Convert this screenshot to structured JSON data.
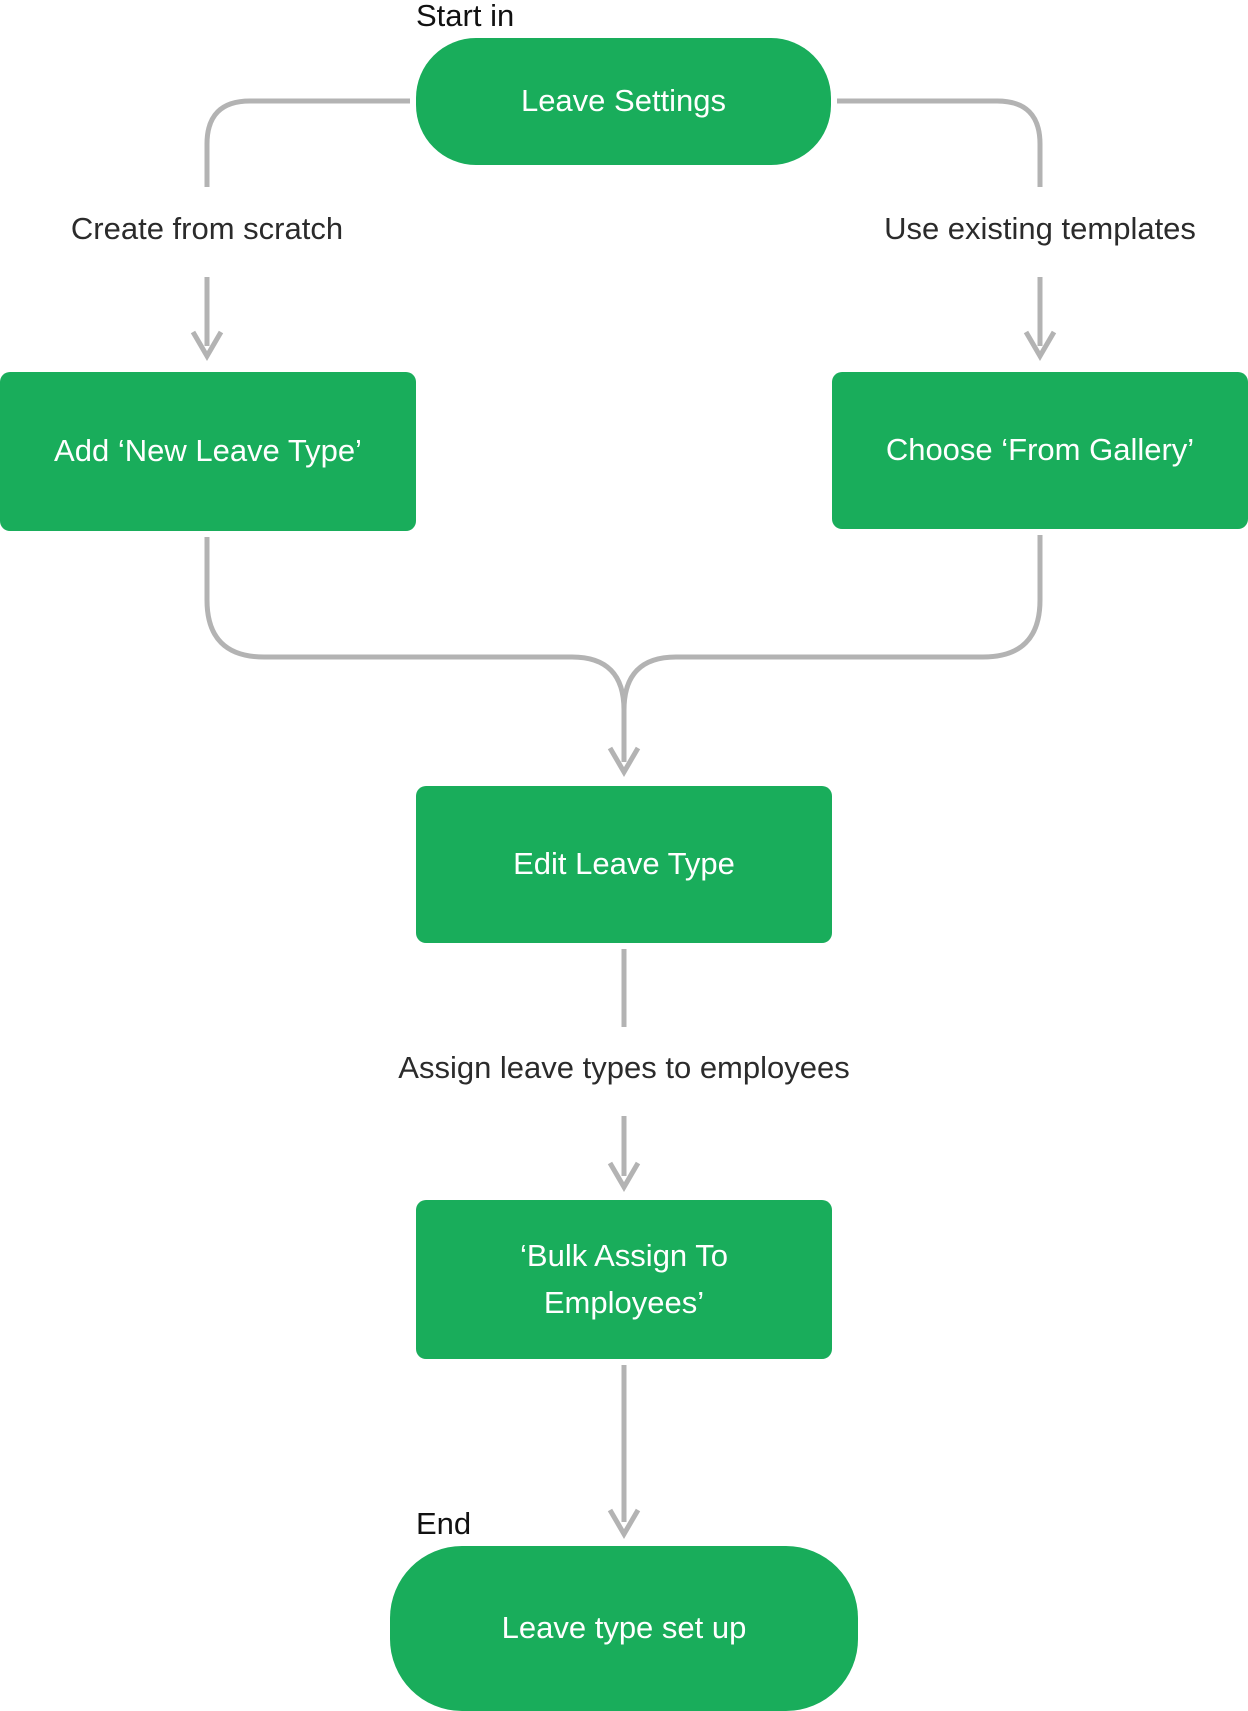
{
  "colors": {
    "node_fill": "#19ad5b",
    "node_text": "#ffffff",
    "connector": "#b3b3b3",
    "label_text": "#2b2b2b"
  },
  "markers": {
    "start": "Start in",
    "end": "End"
  },
  "nodes": {
    "leave_settings": "Leave Settings",
    "new_leave_type": "Add ‘New Leave Type’",
    "from_gallery": "Choose ‘From Gallery’",
    "edit_leave_type": "Edit Leave Type",
    "bulk_assign": "‘Bulk Assign To Employees’",
    "leave_type_set_up": "Leave type set up"
  },
  "edge_labels": {
    "create_from_scratch": "Create from scratch",
    "use_existing_templates": "Use existing templates",
    "assign_leave_types": "Assign leave types to employees"
  }
}
